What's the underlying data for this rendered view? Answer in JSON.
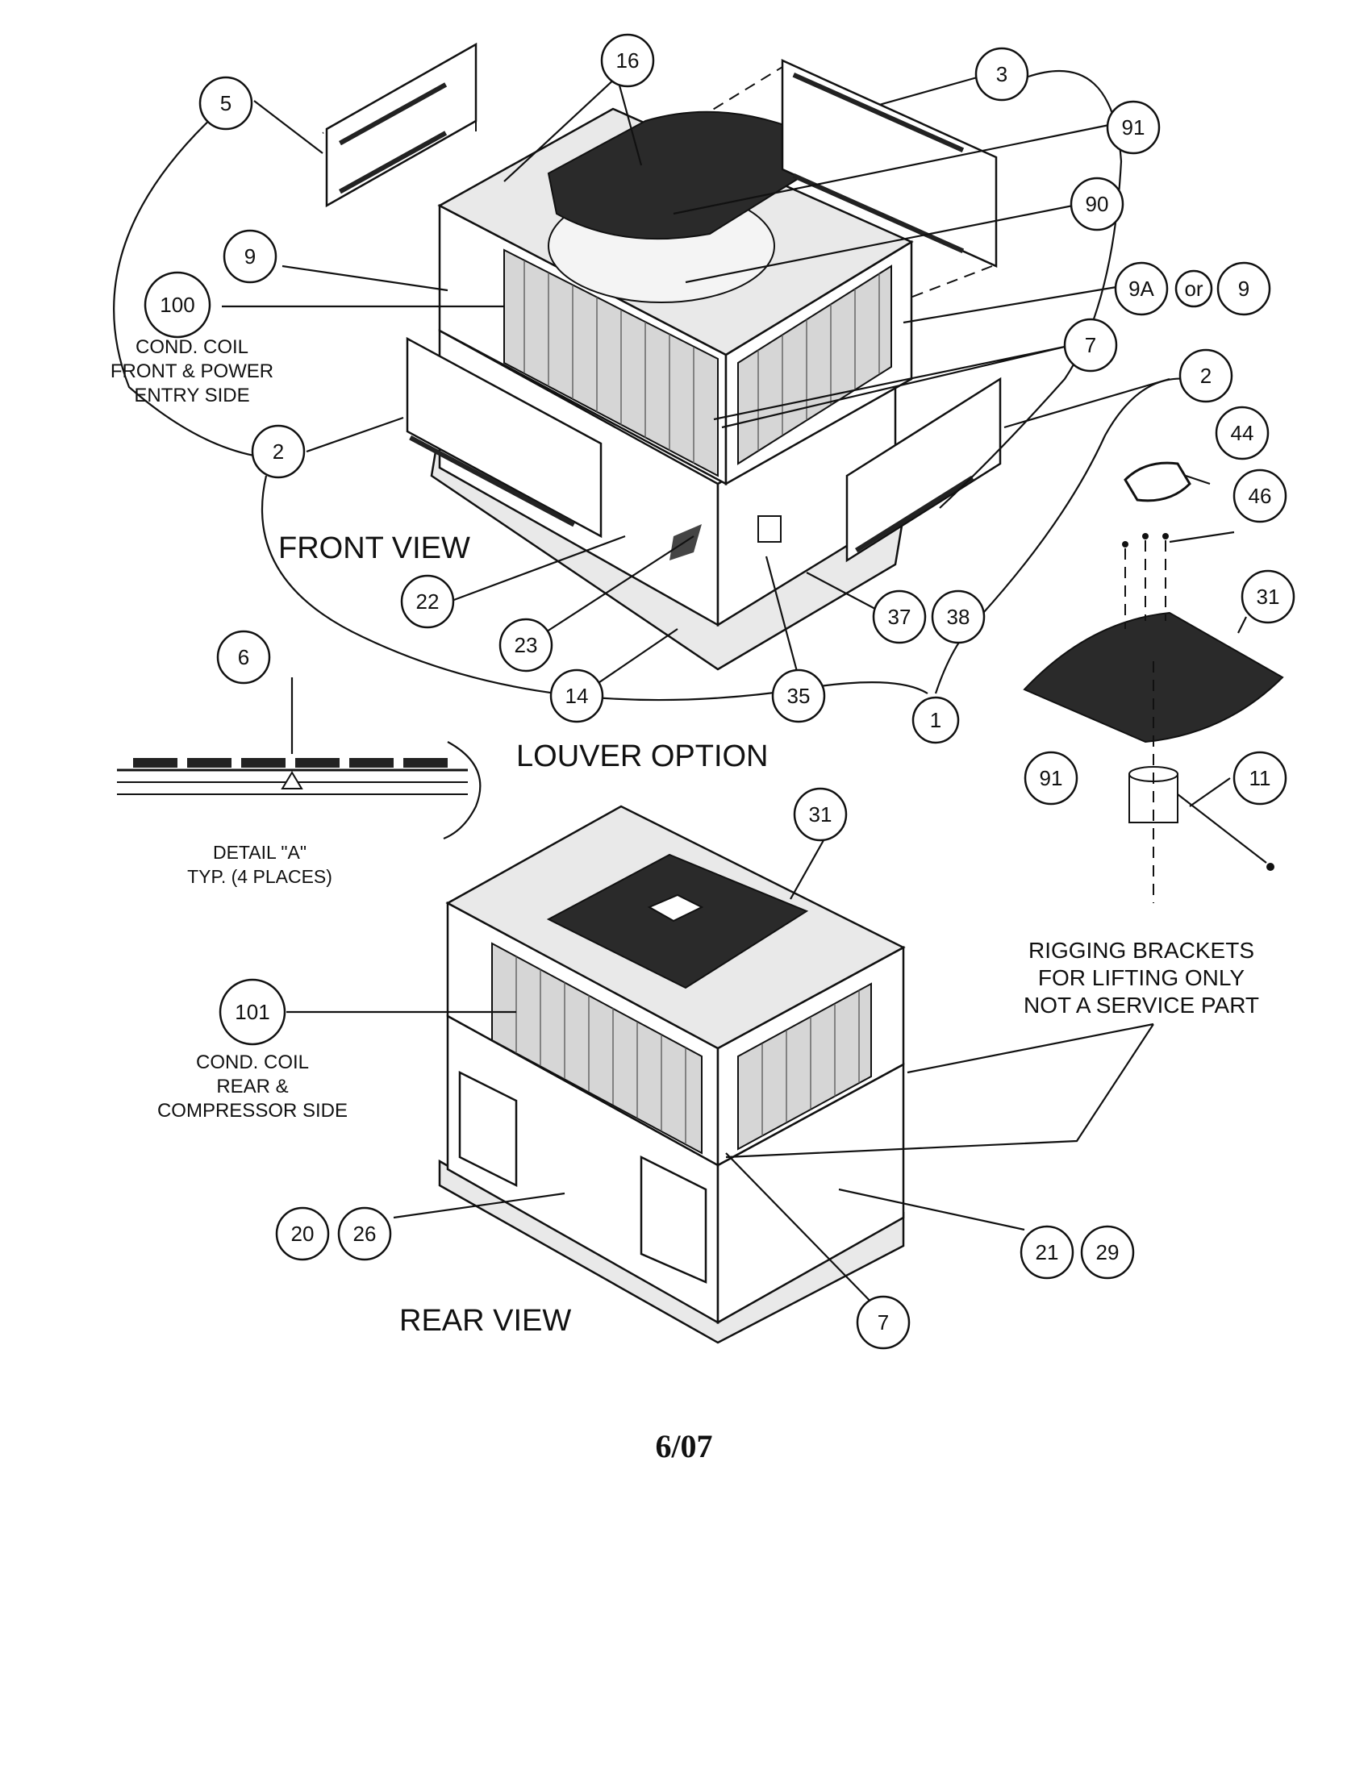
{
  "callouts": {
    "c16": "16",
    "c3": "3",
    "c5": "5",
    "c91a": "91",
    "c90": "90",
    "c9a": "9",
    "c9A": "9A",
    "c9b": "9",
    "c100": "100",
    "c7a": "7",
    "c2a": "2",
    "c2b": "2",
    "c44": "44",
    "c46": "46",
    "c31a": "31",
    "c22": "22",
    "c23": "23",
    "c37": "37",
    "c38": "38",
    "c14": "14",
    "c35": "35",
    "c6": "6",
    "c1": "1",
    "c91b": "91",
    "c11": "11",
    "c31b": "31",
    "c101": "101",
    "c20": "20",
    "c26": "26",
    "c7b": "7",
    "c21": "21",
    "c29": "29"
  },
  "text": {
    "or": "or",
    "cond_front_1": "COND. COIL",
    "cond_front_2": "FRONT & POWER",
    "cond_front_3": "ENTRY SIDE",
    "front_view": "FRONT VIEW",
    "louver_option": "LOUVER OPTION",
    "detail_1": "DETAIL \"A\"",
    "detail_2": "TYP. (4 PLACES)",
    "rigging_1": "RIGGING BRACKETS",
    "rigging_2": "FOR LIFTING ONLY",
    "rigging_3": "NOT A SERVICE PART",
    "cond_rear_1": "COND. COIL",
    "cond_rear_2": "REAR &",
    "cond_rear_3": "COMPRESSOR SIDE",
    "rear_view": "REAR VIEW",
    "date": "6/07"
  }
}
